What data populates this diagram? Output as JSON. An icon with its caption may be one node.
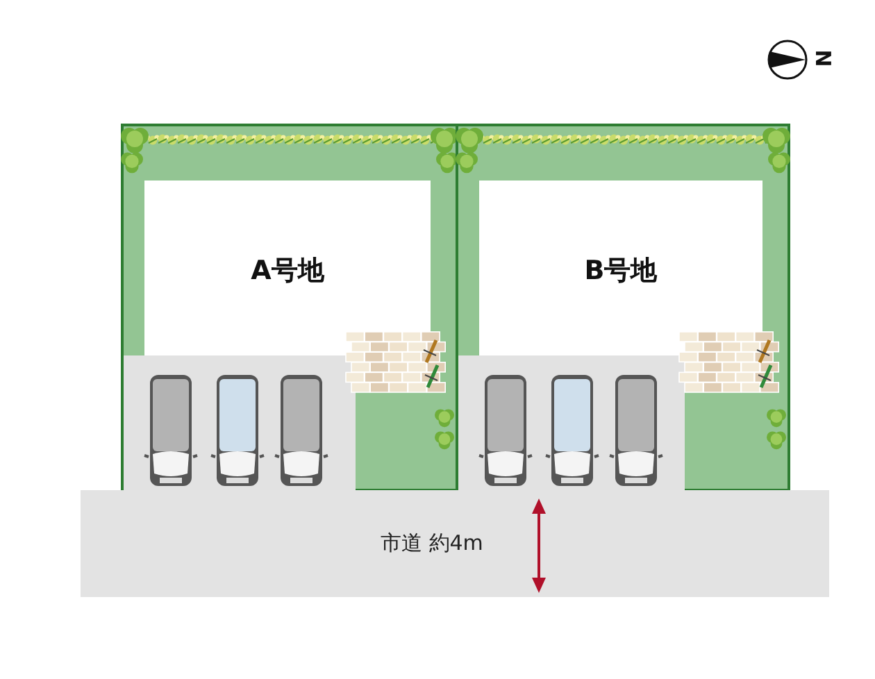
{
  "diagram": {
    "nodes": [
      {
        "text": [
          "A号地"
        ]
      },
      {
        "text": [
          "B号地"
        ]
      },
      {
        "text": [
          "市道 約4m"
        ]
      }
    ],
    "labels": [
      "N"
    ]
  }
}
